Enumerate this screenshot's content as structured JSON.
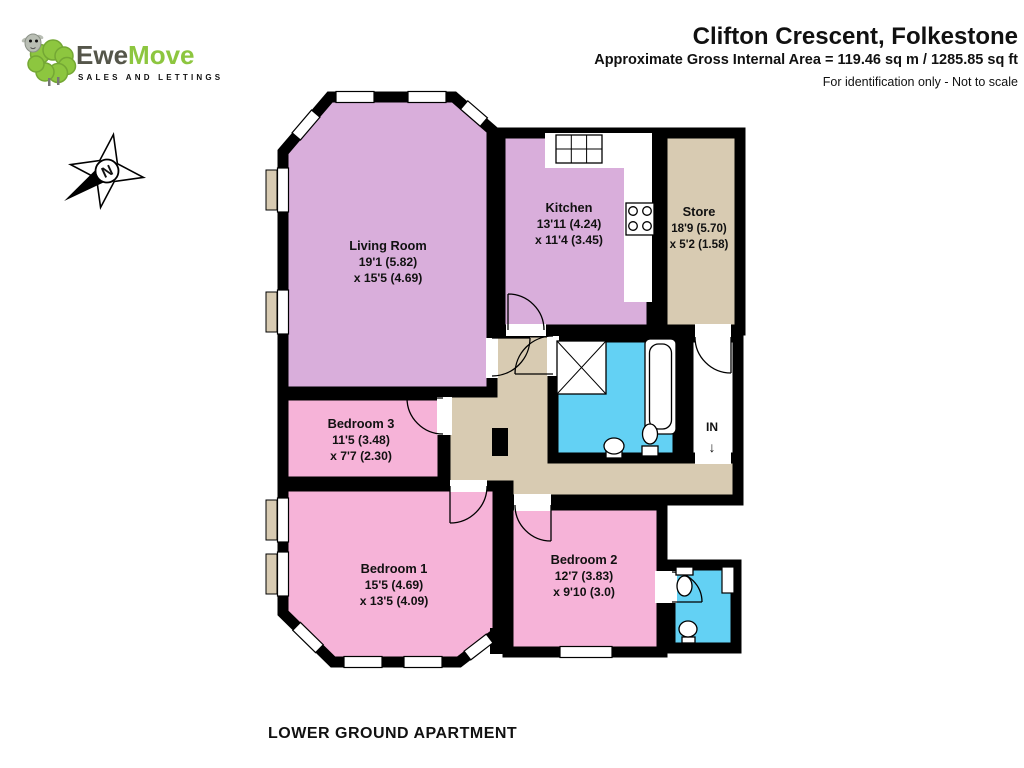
{
  "header": {
    "title": "Clifton Crescent, Folkestone",
    "subtitle": "Approximate Gross Internal Area = 119.46 sq m / 1285.85 sq ft",
    "disclaimer": "For identification only - Not to scale"
  },
  "logo": {
    "brand_ewe": "Ewe",
    "brand_move": "Move",
    "tagline": "SALES AND LETTINGS"
  },
  "compass": {
    "north_label": "N"
  },
  "plan": {
    "floor_label": "LOWER GROUND APARTMENT",
    "entrance": {
      "label": "IN",
      "arrow": "↓"
    },
    "rooms": [
      {
        "name": "Living Room",
        "dim1": "19'1 (5.82)",
        "dim2": "x 15'5 (4.69)"
      },
      {
        "name": "Kitchen",
        "dim1": "13'11 (4.24)",
        "dim2": "x 11'4 (3.45)"
      },
      {
        "name": "Store",
        "dim1": "18'9 (5.70)",
        "dim2": "x 5'2 (1.58)"
      },
      {
        "name": "Bedroom 3",
        "dim1": "11'5 (3.48)",
        "dim2": "x 7'7 (2.30)"
      },
      {
        "name": "Bedroom 1",
        "dim1": "15'5 (4.69)",
        "dim2": "x 13'5 (4.09)"
      },
      {
        "name": "Bedroom 2",
        "dim1": "12'7 (3.83)",
        "dim2": "x 9'10 (3.0)"
      }
    ],
    "colors": {
      "wall": "#000000",
      "living_kitchen": "#d9aedb",
      "bedroom": "#f6b3d8",
      "hall": "#d8cbb2",
      "bathroom": "#63d1f4",
      "entry": "#ffffff",
      "brand_green": "#8dc63f",
      "brand_dark": "#55564a"
    }
  }
}
